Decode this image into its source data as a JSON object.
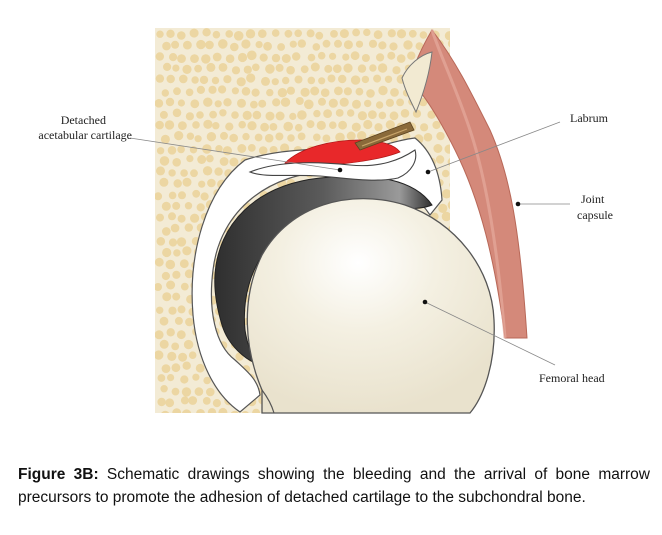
{
  "figure": {
    "labels": {
      "detached_line1": "Detached",
      "detached_line2": "acetabular cartilage",
      "labrum": "Labrum",
      "joint_line1": "Joint",
      "joint_line2": "capsule",
      "femoral_head": "Femoral head"
    },
    "colors": {
      "bone_bg": "#f3ebd5",
      "marrow_dot": "#ecd6a2",
      "capsule": "#d4897a",
      "capsule_edge": "#b86858",
      "bleed": "#e8282a",
      "cartilage_dark": "#3a3a3a",
      "femoral_head": "#efeadb"
    }
  },
  "caption": {
    "label": "Figure 3B:",
    "text": " Schematic drawings showing the bleeding and the arrival of bone marrow precursors to promote the adhesion of detached cartilage to the subchondral bone."
  }
}
